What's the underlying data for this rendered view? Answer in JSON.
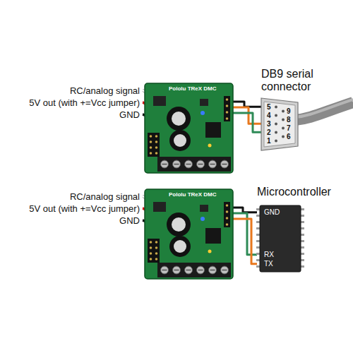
{
  "diagram": {
    "nodes": [
      {
        "text": [
          "Pololu TReX DMC"
        ]
      },
      {
        "text": [
          "DB9 serial connector",
          "5",
          "4",
          "3",
          "2",
          "1",
          "9",
          "8",
          "7",
          "6"
        ]
      },
      {
        "text": [
          "Pololu TReX DMC"
        ]
      },
      {
        "text": [
          "Microcontroller",
          "GND",
          "RX",
          "TX"
        ]
      }
    ],
    "edges": [
      {
        "from": 0,
        "to": 1,
        "arrow": "none"
      },
      {
        "from": 0,
        "to": 1,
        "arrow": "none"
      },
      {
        "from": 0,
        "to": 1,
        "arrow": "none"
      },
      {
        "from": 2,
        "to": 3,
        "arrow": "none"
      },
      {
        "from": 2,
        "to": 3,
        "arrow": "none"
      },
      {
        "from": 2,
        "to": 3,
        "arrow": "none"
      }
    ],
    "labels": [
      "RC/analog signal",
      "5V out (with +=Vcc jumper)",
      "GND",
      "RC/analog signal",
      "5V out (with +=Vcc jumper)",
      "GND"
    ]
  }
}
